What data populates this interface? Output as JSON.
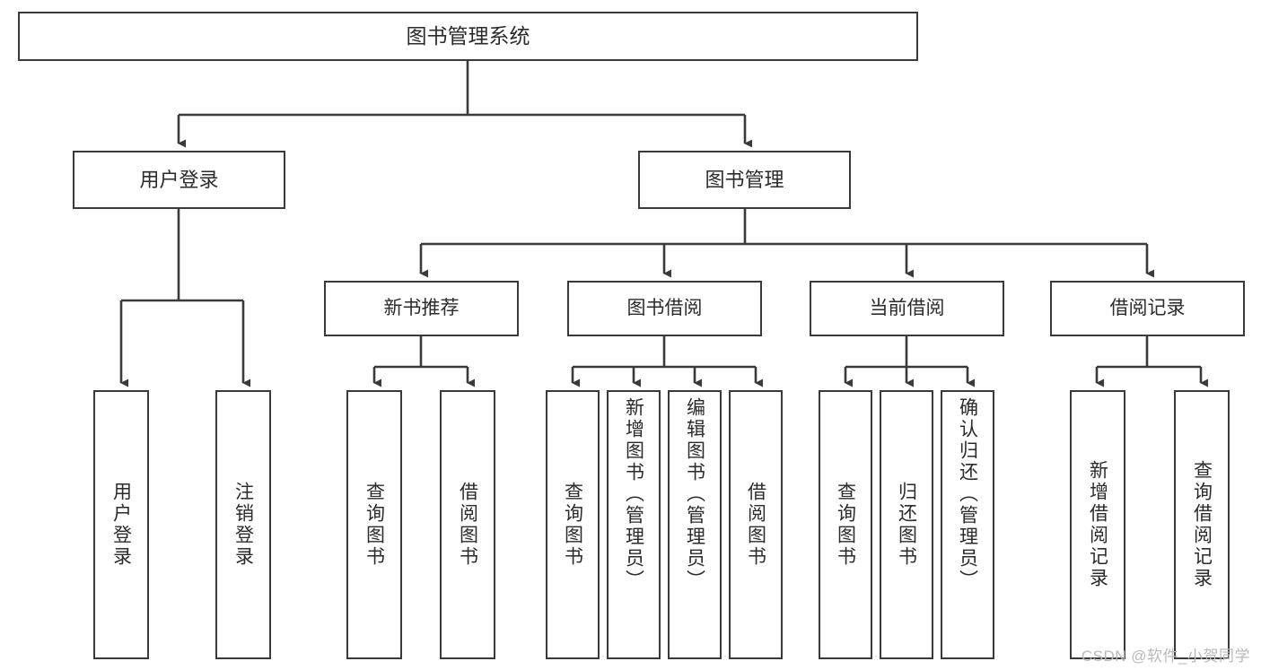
{
  "diagram": {
    "title": "图书管理系统",
    "type": "tree-hierarchy",
    "edge_color": "#3a3a3a",
    "box_border_color": "#3a3a3a",
    "text_color": "#2b2b2b",
    "background": "#ffffff"
  },
  "root": {
    "label": "图书管理系统"
  },
  "level2": [
    {
      "label": "用户登录"
    },
    {
      "label": "图书管理"
    }
  ],
  "level3": [
    {
      "label": "新书推荐"
    },
    {
      "label": "图书借阅"
    },
    {
      "label": "当前借阅"
    },
    {
      "label": "借阅记录"
    }
  ],
  "leaves": {
    "user_login": [
      {
        "label": "用户登录"
      },
      {
        "label": "注销登录"
      }
    ],
    "new_book": [
      {
        "label": "查询图书"
      },
      {
        "label": "借阅图书"
      }
    ],
    "book_borrow": [
      {
        "label": "查询图书"
      },
      {
        "label": "新增图书（管理员）"
      },
      {
        "label": "编辑图书（管理员）"
      },
      {
        "label": "借阅图书"
      }
    ],
    "current_borrow": [
      {
        "label": "查询图书"
      },
      {
        "label": "归还图书"
      },
      {
        "label": "确认归还（管理员）"
      }
    ],
    "borrow_record": [
      {
        "label": "新增借阅记录"
      },
      {
        "label": "查询借阅记录"
      }
    ]
  },
  "watermark": {
    "text": "CSDN @软件_小贺同学"
  }
}
